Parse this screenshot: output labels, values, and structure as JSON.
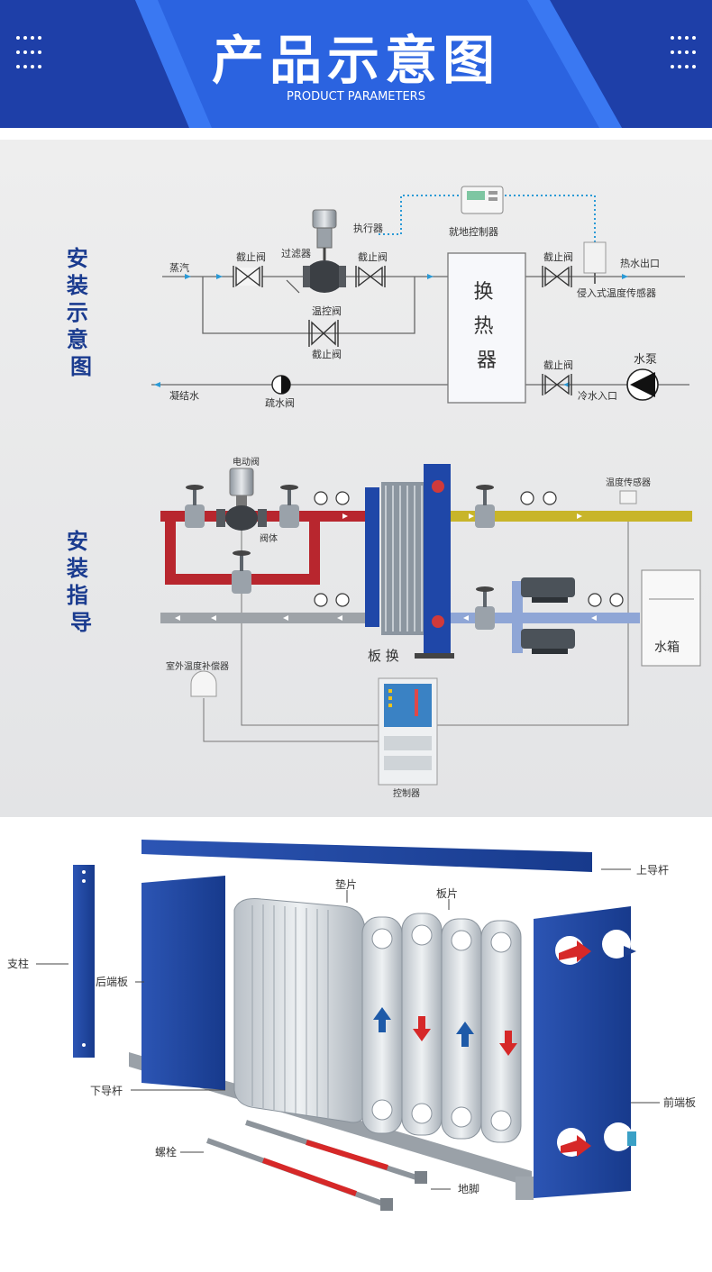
{
  "banner": {
    "title": "产品示意图",
    "subtitle": "PRODUCT PARAMETERS",
    "bg_color": "#1f4fc6",
    "accent_color": "#2a6cf0"
  },
  "schematic": {
    "heading": "安装示意图",
    "heat_exchanger_chars": [
      "换",
      "热",
      "器"
    ],
    "labels": {
      "steam": "蒸汽",
      "stop_valve_1": "截止阀",
      "filter": "过滤器",
      "actuator": "执行器",
      "stop_valve_2": "截止阀",
      "field_controller": "就地控制器",
      "stop_valve_3": "截止阀",
      "hot_water_out": "热水出口",
      "immersion_sensor": "侵入式温度传感器",
      "temp_control_valve": "温控阀",
      "stop_valve_bypass": "截止阀",
      "pump": "水泵",
      "stop_valve_4": "截止阀",
      "cold_water_in": "冷水入口",
      "condensate": "凝结水",
      "drain_valve": "疏水阀"
    }
  },
  "guide": {
    "heading": "安装指导",
    "labels": {
      "electric_valve": "电动阀",
      "valve_body": "阀体",
      "plate_hx": "板 换",
      "temp_sensor": "温度传感器",
      "water_tank": "水箱",
      "outdoor_compensator": "室外温度补偿器",
      "controller": "控制器"
    }
  },
  "exploded": {
    "labels": {
      "upper_guide_bar": "上导杆",
      "gasket": "垫片",
      "plate": "板片",
      "column": "支柱",
      "rear_end_plate": "后端板",
      "lower_guide_bar": "下导杆",
      "front_end_plate": "前端板",
      "bolt": "螺栓",
      "foot": "地脚"
    }
  }
}
